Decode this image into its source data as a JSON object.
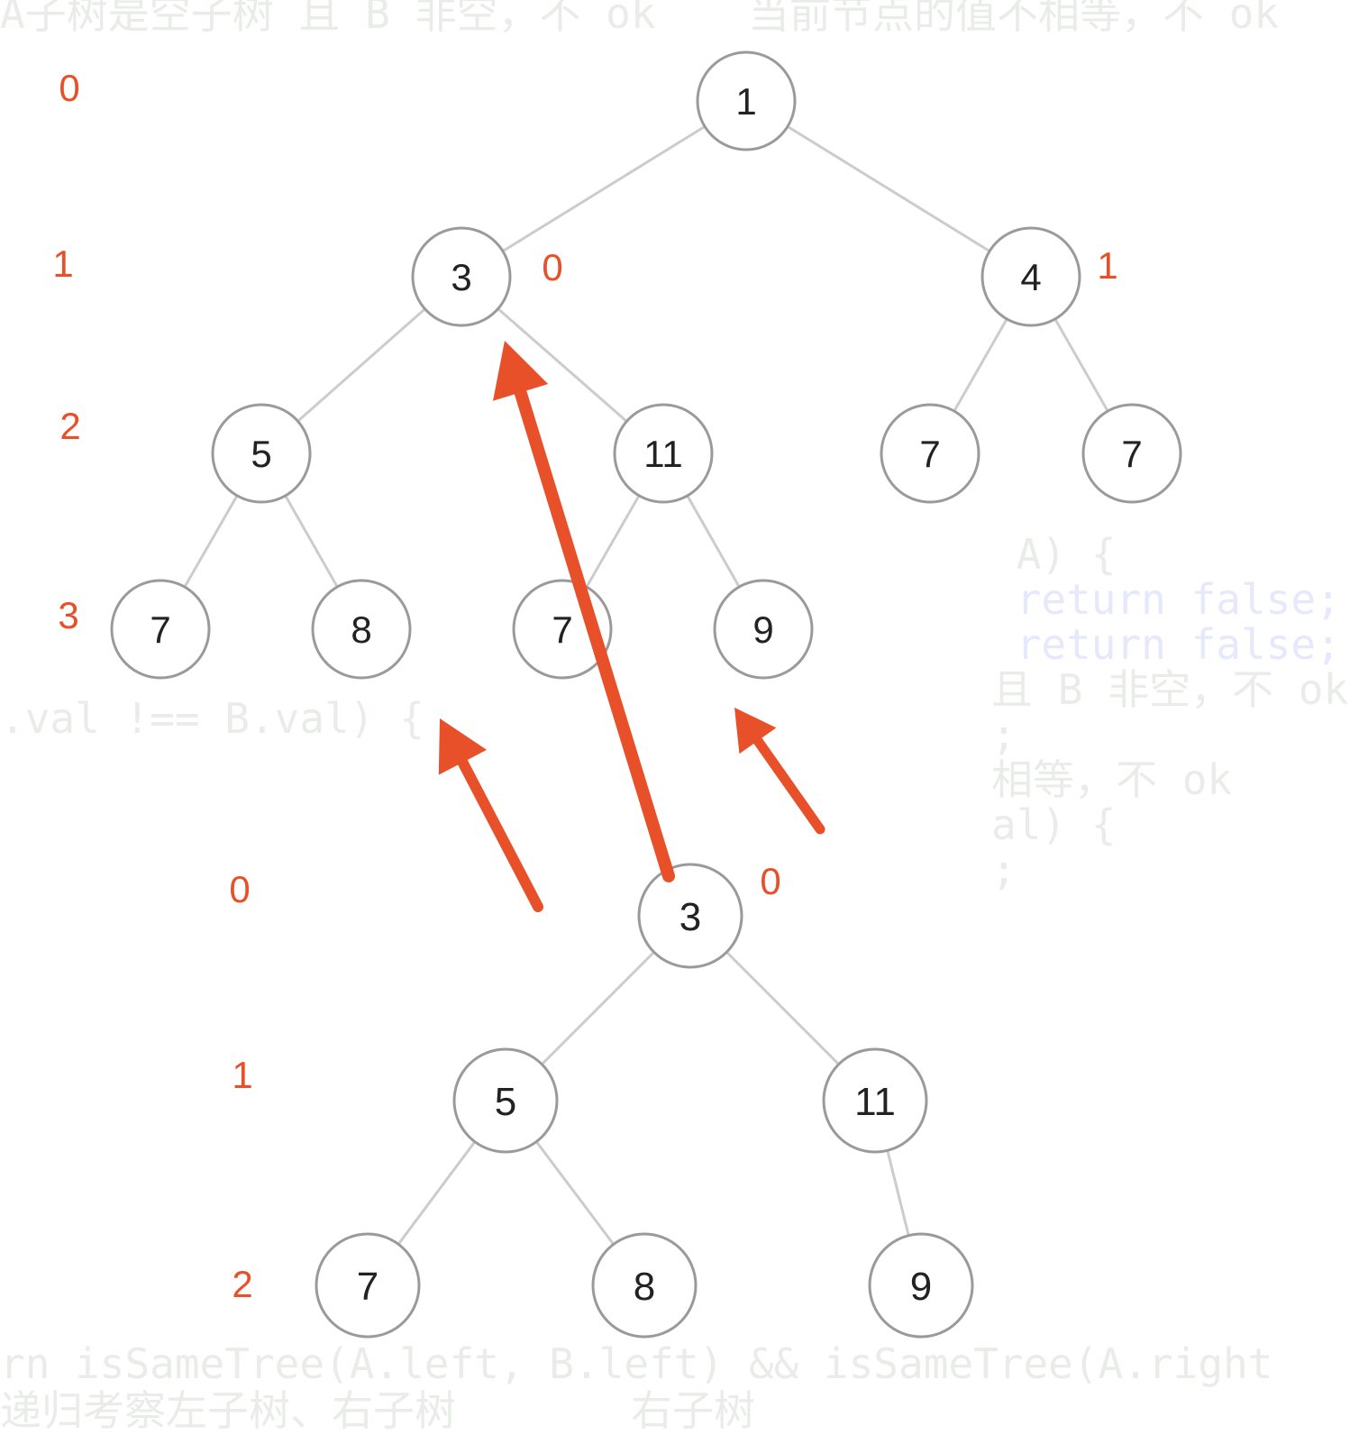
{
  "background_code_top": [
    "A子树是空子树 且 B 非空，不 ok",
    " A) {",
    " return false;",
    "当前节点的值不相等，不 ok",
    ".val !== B.val) {",
    " return false;",
    "递归考察左子树、右子树",
    "rn isSameTree(A.left, B.left) && isSameTree(A.right"
  ],
  "background_code_bottom": [
    "且 B 非空，不 ok",
    ";",
    "相等，不 ok",
    "al) {",
    ";",
    "右子树"
  ],
  "tree_a": {
    "nodes": [
      "1",
      "3",
      "4",
      "5",
      "11",
      "7",
      "7",
      "7",
      "8",
      "7",
      "9"
    ],
    "depth_labels": [
      "0",
      "1",
      "2",
      "3"
    ],
    "side_labels": [
      "0",
      "1"
    ]
  },
  "tree_b": {
    "nodes": [
      "3",
      "5",
      "11",
      "7",
      "8",
      "9"
    ],
    "depth_labels": [
      "0",
      "1",
      "2"
    ],
    "side_labels": [
      "0"
    ]
  },
  "colors": {
    "accent": "#e8502a",
    "node_border": "#9a9a9a",
    "edge": "#cccccc"
  }
}
